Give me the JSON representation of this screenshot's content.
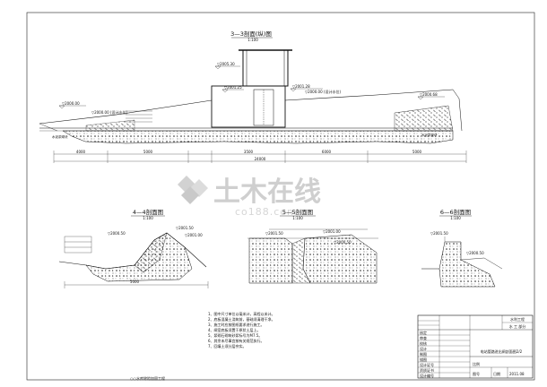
{
  "sections": {
    "s33": {
      "title": "3—3剖面(纵)图",
      "scale": "1:100"
    },
    "s44": {
      "title": "4—4剖面图",
      "scale": "1:100"
    },
    "s55": {
      "title": "5—5剖面图",
      "scale": "1:100"
    },
    "s66": {
      "title": "6—6剖面图",
      "scale": "1:100"
    }
  },
  "watermark": {
    "brand": "土木在线",
    "site": "co188.com"
  },
  "notes": [
    "1、图中尺寸单位以毫米计，高程以米计。",
    "2、底板混凝土浇筑前，基础须清理干净。",
    "3、施工时应按图纸要求进行施工。",
    "4、闸室底板须置于原状土层上。",
    "5、浆砌石砌筑砂浆标号为M7.5。",
    "6、其余未尽事宜按有关规范执行。",
    "7、回填土须分层夯实。"
  ],
  "bottom_label": "○○水库除险加固工程",
  "title_block": {
    "header_right": [
      "水利工程",
      "水 工 部分"
    ],
    "drawing_name": "电站管路进出闸剖面图2/2",
    "rows_left": [
      "核定",
      "审查",
      "校核",
      "设计",
      "制图",
      "描图",
      "设计证号",
      "资质证书",
      "设计编号"
    ],
    "bottom": {
      "label1": "比例",
      "label2": "图号",
      "stage": "日期",
      "date": "2011.08"
    }
  }
}
